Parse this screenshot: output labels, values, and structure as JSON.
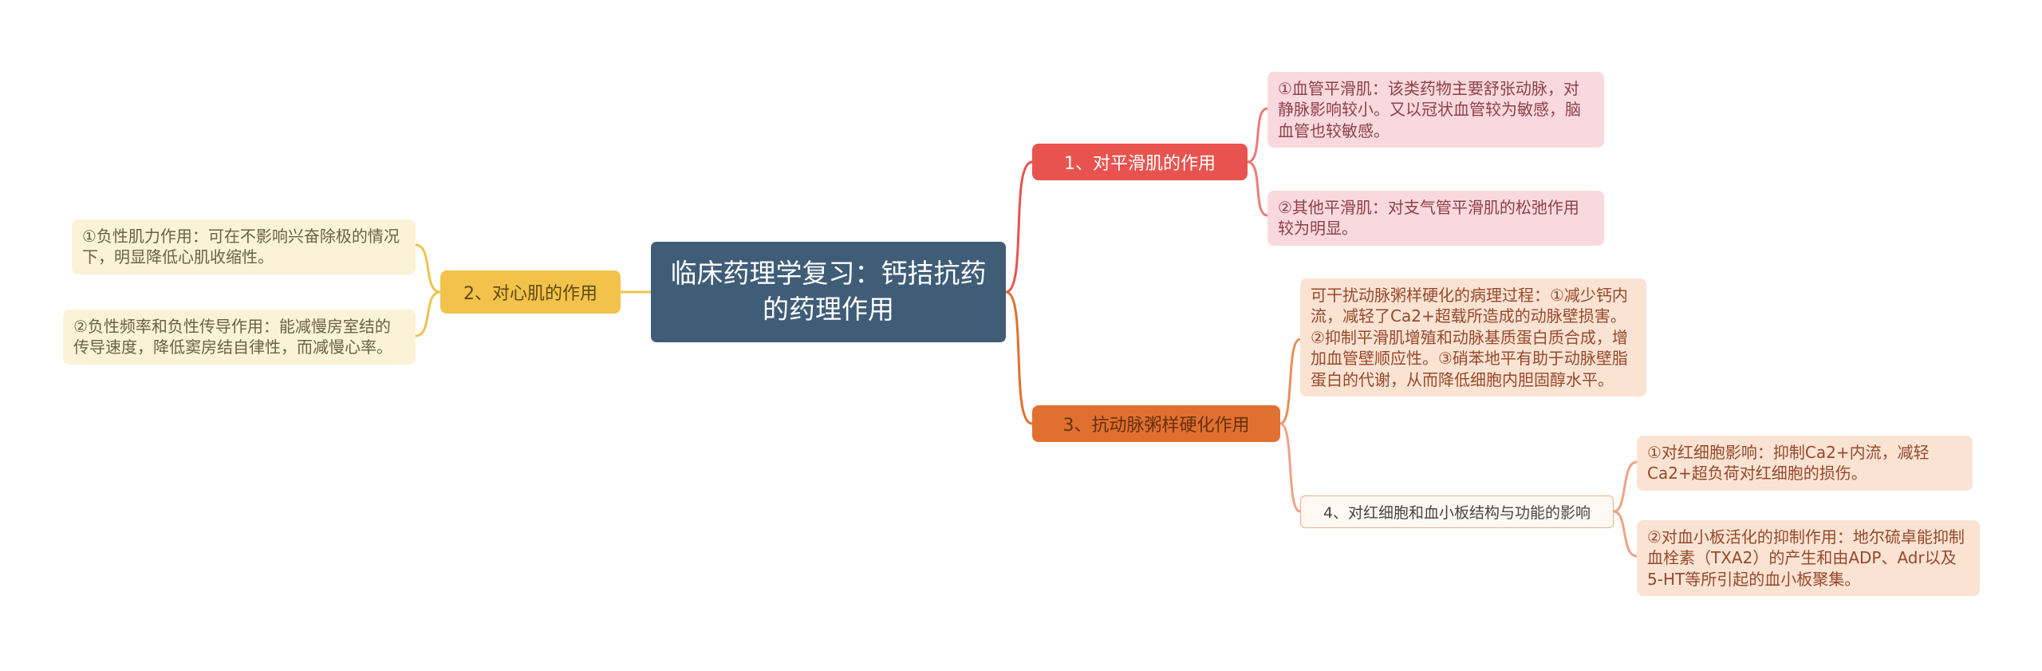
{
  "canvas": {
    "background": "#ffffff"
  },
  "central": {
    "label": "临床药理学复习：钙拮抗药的药理作用",
    "color": "#405d78",
    "text_color": "#ffffff"
  },
  "branches": {
    "smooth_muscle": {
      "label": "1、对平滑肌的作用",
      "color": "#e9534f",
      "children": [
        {
          "text": "①血管平滑肌：该类药物主要舒张动脉，对静脉影响较小。又以冠状血管较为敏感，脑血管也较敏感。"
        },
        {
          "text": "②其他平滑肌：对支气管平滑肌的松弛作用较为明显。"
        }
      ]
    },
    "myocardium": {
      "label": "2、对心肌的作用",
      "color": "#f3c24a",
      "children": [
        {
          "text": "①负性肌力作用：可在不影响兴奋除极的情况下，明显降低心肌收缩性。"
        },
        {
          "text": "②负性频率和负性传导作用：能减慢房室结的传导速度，降低窦房结自律性，而减慢心率。"
        }
      ]
    },
    "atherosclerosis": {
      "label": "3、抗动脉粥样硬化作用",
      "color": "#e0702f",
      "detail": "可干扰动脉粥样硬化的病理过程：①减少钙内流，减轻了Ca2+超载所造成的动脉壁损害。②抑制平滑肌增殖和动脉基质蛋白质合成，增加血管壁顺应性。③硝苯地平有助于动脉壁脂蛋白的代谢，从而降低细胞内胆固醇水平。",
      "sub": {
        "label": "4、对红细胞和血小板结构与功能的影响",
        "accent_color": "#eeab8e",
        "children": [
          {
            "text": "①对红细胞影响：抑制Ca2+内流，减轻Ca2+超负荷对红细胞的损伤。"
          },
          {
            "text": "②对血小板活化的抑制作用：地尔硫卓能抑制血栓素（TXA2）的产生和由ADP、Adr以及5-HT等所引起的血小板聚集。"
          }
        ]
      }
    }
  }
}
